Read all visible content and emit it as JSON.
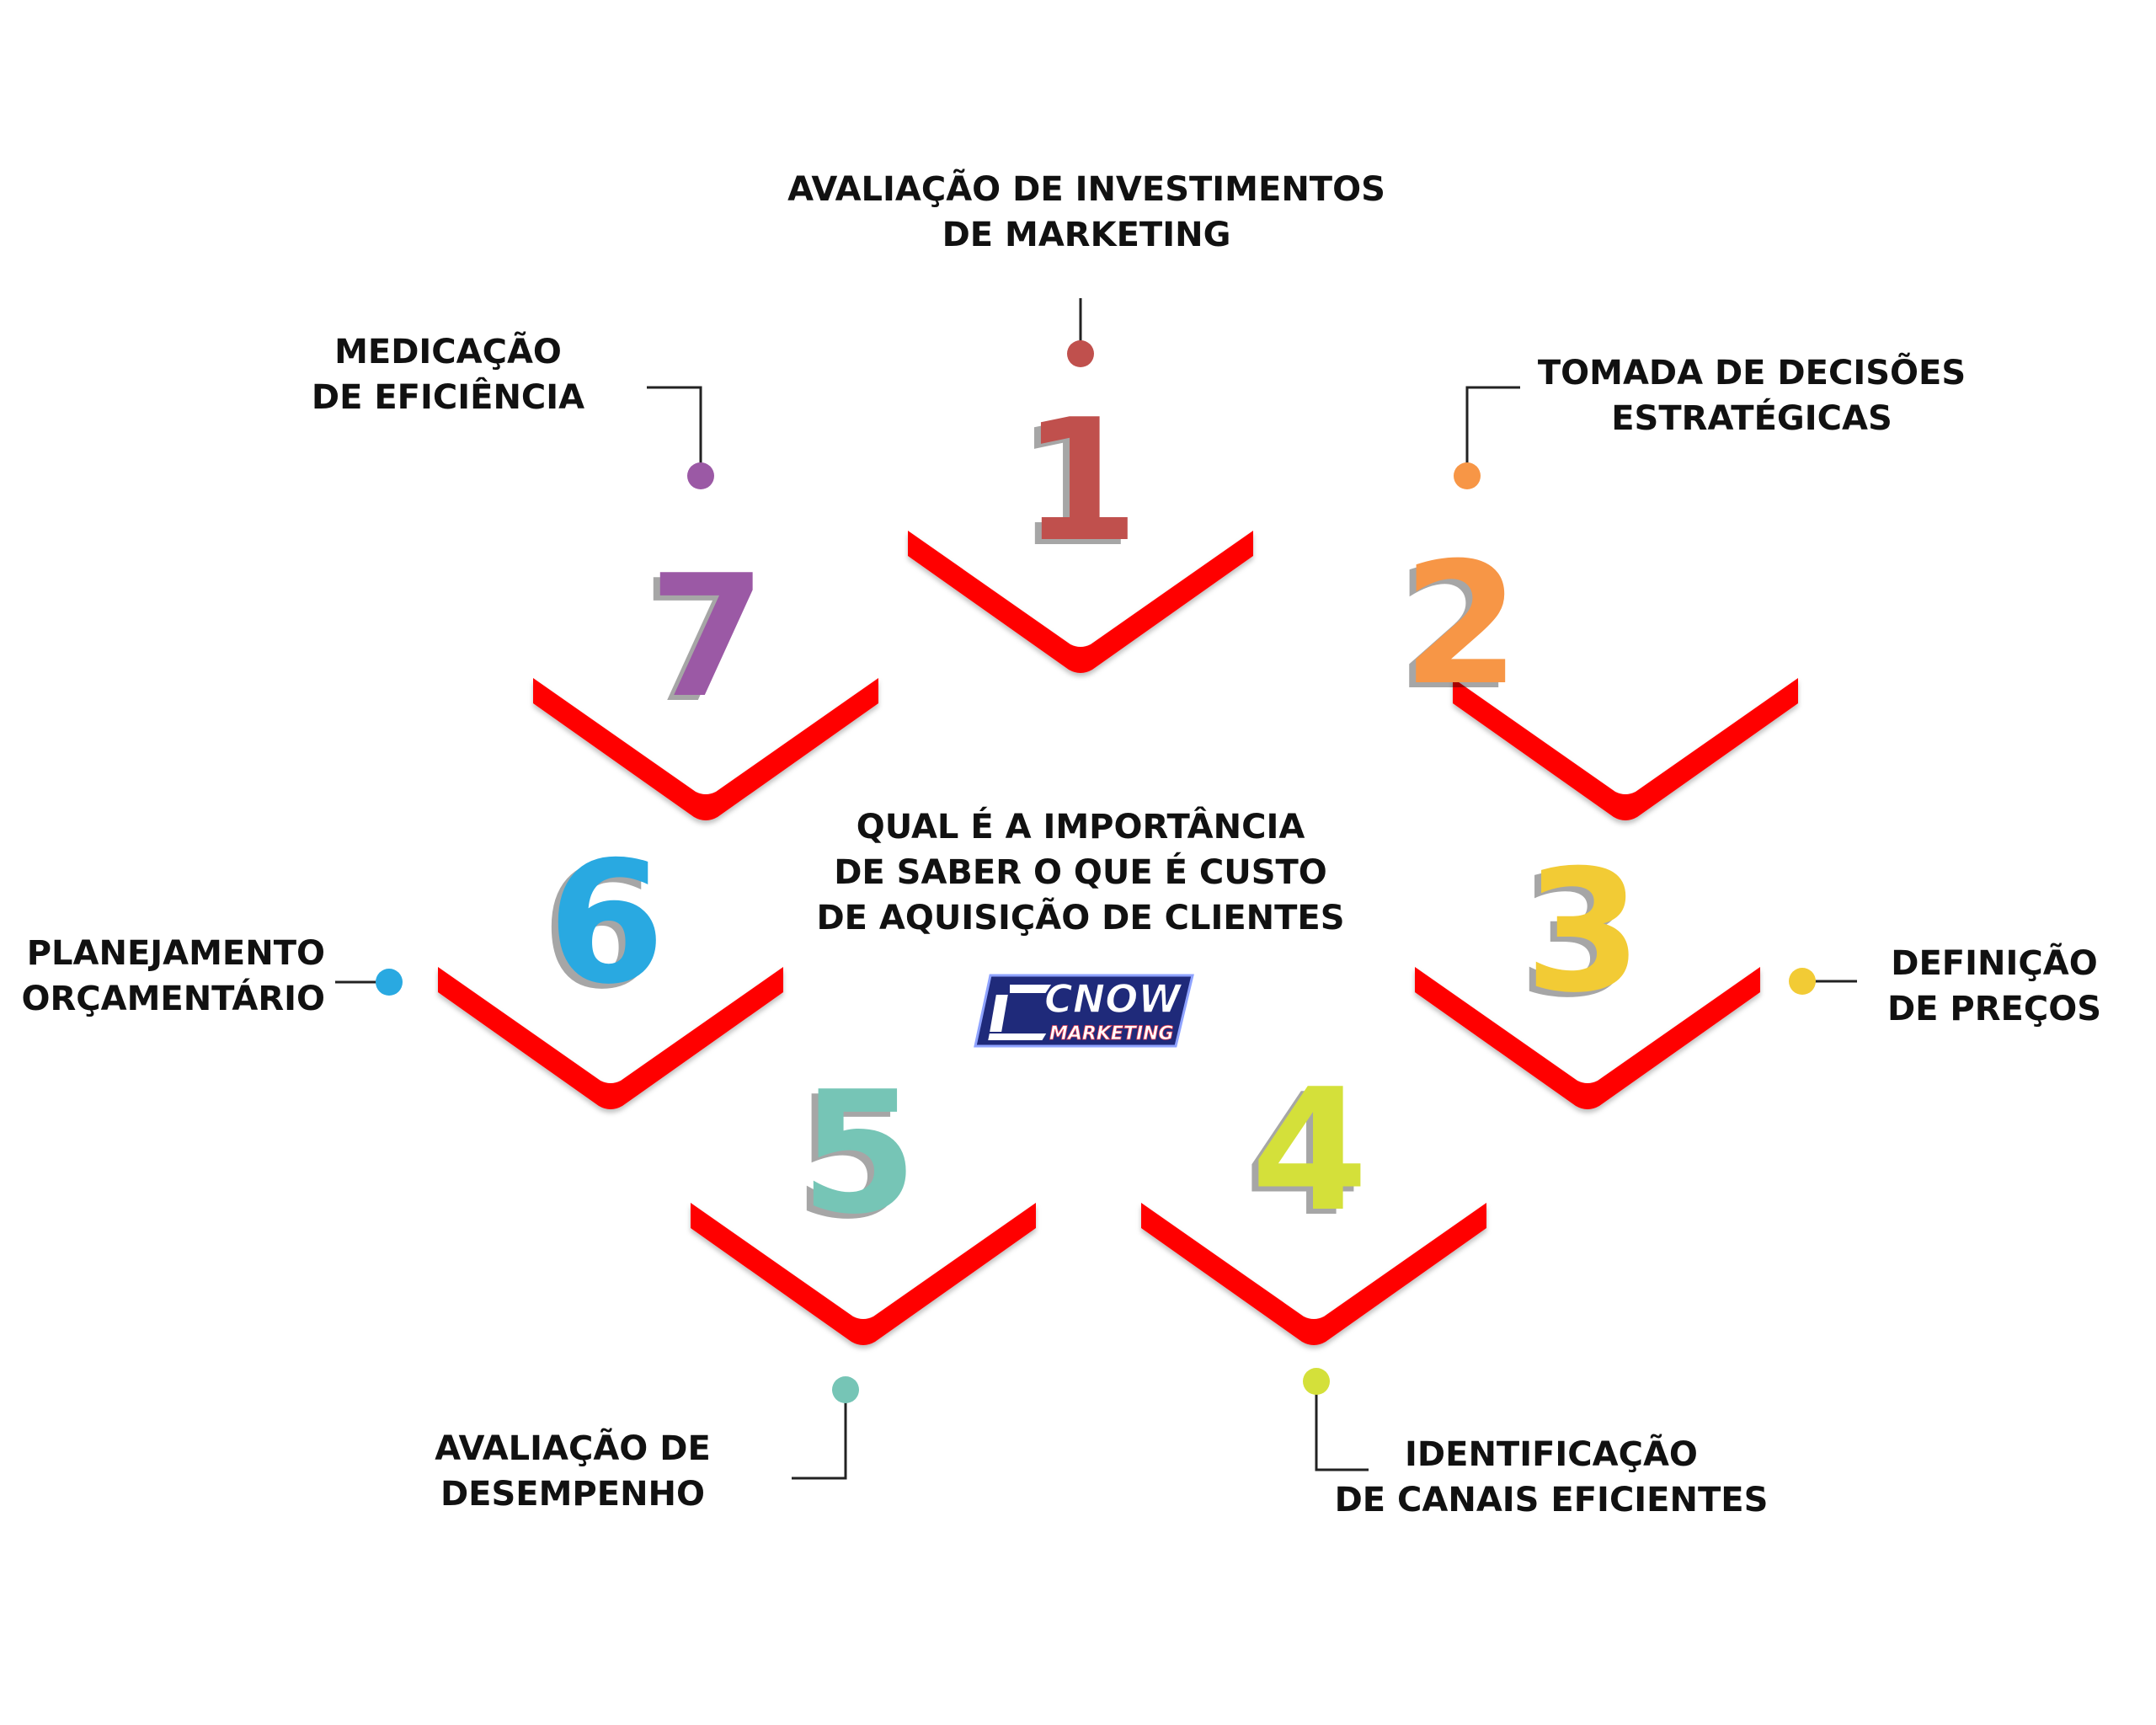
{
  "center": {
    "question_lines": [
      "QUAL É A IMPORTÂNCIA",
      "DE SABER O QUE É CUSTO",
      "DE AQUISIÇÃO DE CLIENTES"
    ],
    "logo": {
      "main": "CNOW",
      "sub": "MARKETING"
    }
  },
  "steps": [
    {
      "number": "1",
      "color": "#c0504d",
      "label_lines": [
        "AVALIAÇÃO DE INVESTIMENTOS",
        "DE MARKETING"
      ]
    },
    {
      "number": "2",
      "color": "#f79646",
      "label_lines": [
        "TOMADA DE DECISÕES",
        "ESTRATÉGICAS"
      ]
    },
    {
      "number": "3",
      "color": "#f2cb35",
      "label_lines": [
        "DEFINIÇÃO",
        "DE PREÇOS"
      ]
    },
    {
      "number": "4",
      "color": "#d4e03a",
      "label_lines": [
        "IDENTIFICAÇÃO",
        "DE CANAIS EFICIENTES"
      ]
    },
    {
      "number": "5",
      "color": "#76c5b6",
      "label_lines": [
        "AVALIAÇÃO DE",
        "DESEMPENHO"
      ]
    },
    {
      "number": "6",
      "color": "#29a9e1",
      "label_lines": [
        "PLANEJAMENTO",
        "ORÇAMENTÁRIO"
      ]
    },
    {
      "number": "7",
      "color": "#9b59a5",
      "label_lines": [
        "MEDICAÇÃO",
        "DE EFICIÊNCIA"
      ]
    }
  ],
  "colors": {
    "chevron": "#ff0000",
    "connector": "#222222",
    "logo_navy": "#1f2a7a"
  }
}
